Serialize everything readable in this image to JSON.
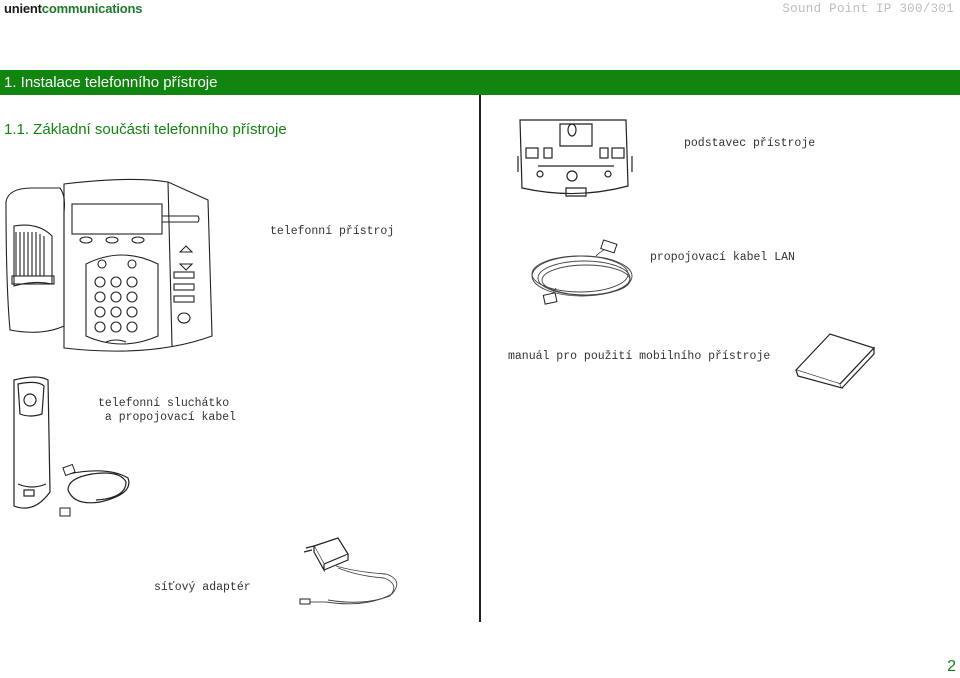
{
  "header": {
    "brand_prefix": "unient",
    "brand_suffix": "communications",
    "product": "Sound Point IP 300/301"
  },
  "section": {
    "title": "1.  Instalace telefonního přístroje"
  },
  "subsection": {
    "title": "1.1.  Základní součásti telefonního přístroje"
  },
  "items": {
    "stand": "podstavec přístroje",
    "phone": "telefonní přístroj",
    "lan_cable": "propojovací kabel LAN",
    "manual": "manuál pro použití mobilního přístroje",
    "handset": "telefonní sluchátko\n a propojovací kabel",
    "adapter": "síťový adaptér"
  },
  "page_number": "2",
  "colors": {
    "accent": "#128410"
  }
}
